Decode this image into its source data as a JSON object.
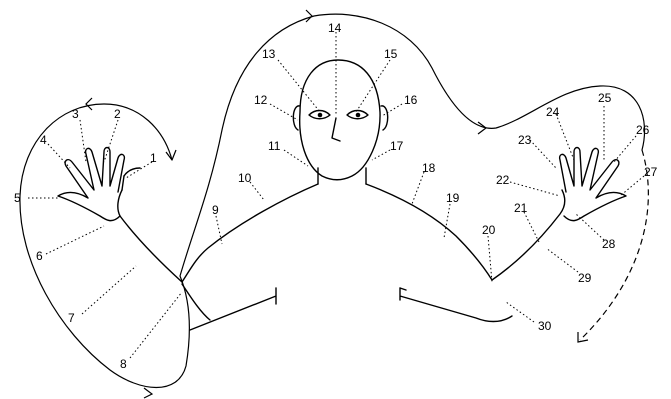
{
  "points": [
    {
      "label": "1"
    },
    {
      "label": "2"
    },
    {
      "label": "3"
    },
    {
      "label": "4"
    },
    {
      "label": "5"
    },
    {
      "label": "6"
    },
    {
      "label": "7"
    },
    {
      "label": "8"
    },
    {
      "label": "9"
    },
    {
      "label": "10"
    },
    {
      "label": "11"
    },
    {
      "label": "12"
    },
    {
      "label": "13"
    },
    {
      "label": "14"
    },
    {
      "label": "15"
    },
    {
      "label": "16"
    },
    {
      "label": "17"
    },
    {
      "label": "18"
    },
    {
      "label": "19"
    },
    {
      "label": "20"
    },
    {
      "label": "21"
    },
    {
      "label": "22"
    },
    {
      "label": "23"
    },
    {
      "label": "24"
    },
    {
      "label": "25"
    },
    {
      "label": "26"
    },
    {
      "label": "27"
    },
    {
      "label": "28"
    },
    {
      "label": "29"
    },
    {
      "label": "30"
    }
  ]
}
